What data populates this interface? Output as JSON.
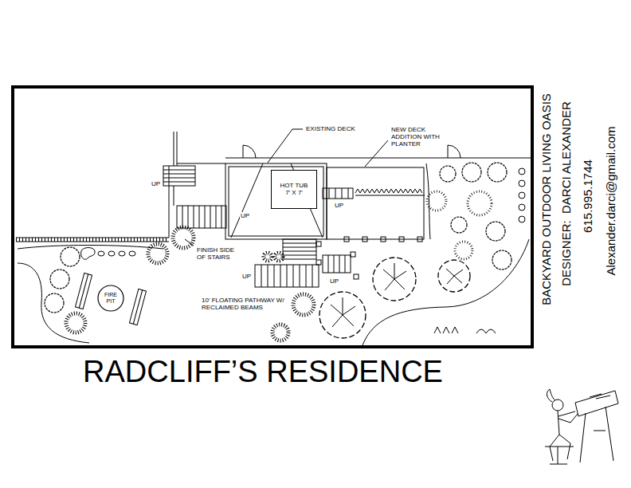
{
  "diagram": {
    "title": "RADCLIFF’S RESIDENCE",
    "nodes": [
      {
        "text": [
          "HOT TUB 7' X 7'"
        ]
      },
      {
        "text": [
          "FIRE PIT"
        ]
      }
    ],
    "labels": [
      "EXISTING DECK",
      "NEW DECK ADDITION WITH PLANTER",
      "UP",
      "UP",
      "UP",
      "UP",
      "UP",
      "FINISH SIDE OF STAIRS",
      "10' FLOATING PATHWAY W/ RECLAIMED BEAMS",
      "BACKYARD OUTDOOR LIVING OASIS",
      "DESIGNER:  DARCI ALEXANDER",
      "615.995.1744",
      "Alexander.darci@gmail.com"
    ]
  }
}
